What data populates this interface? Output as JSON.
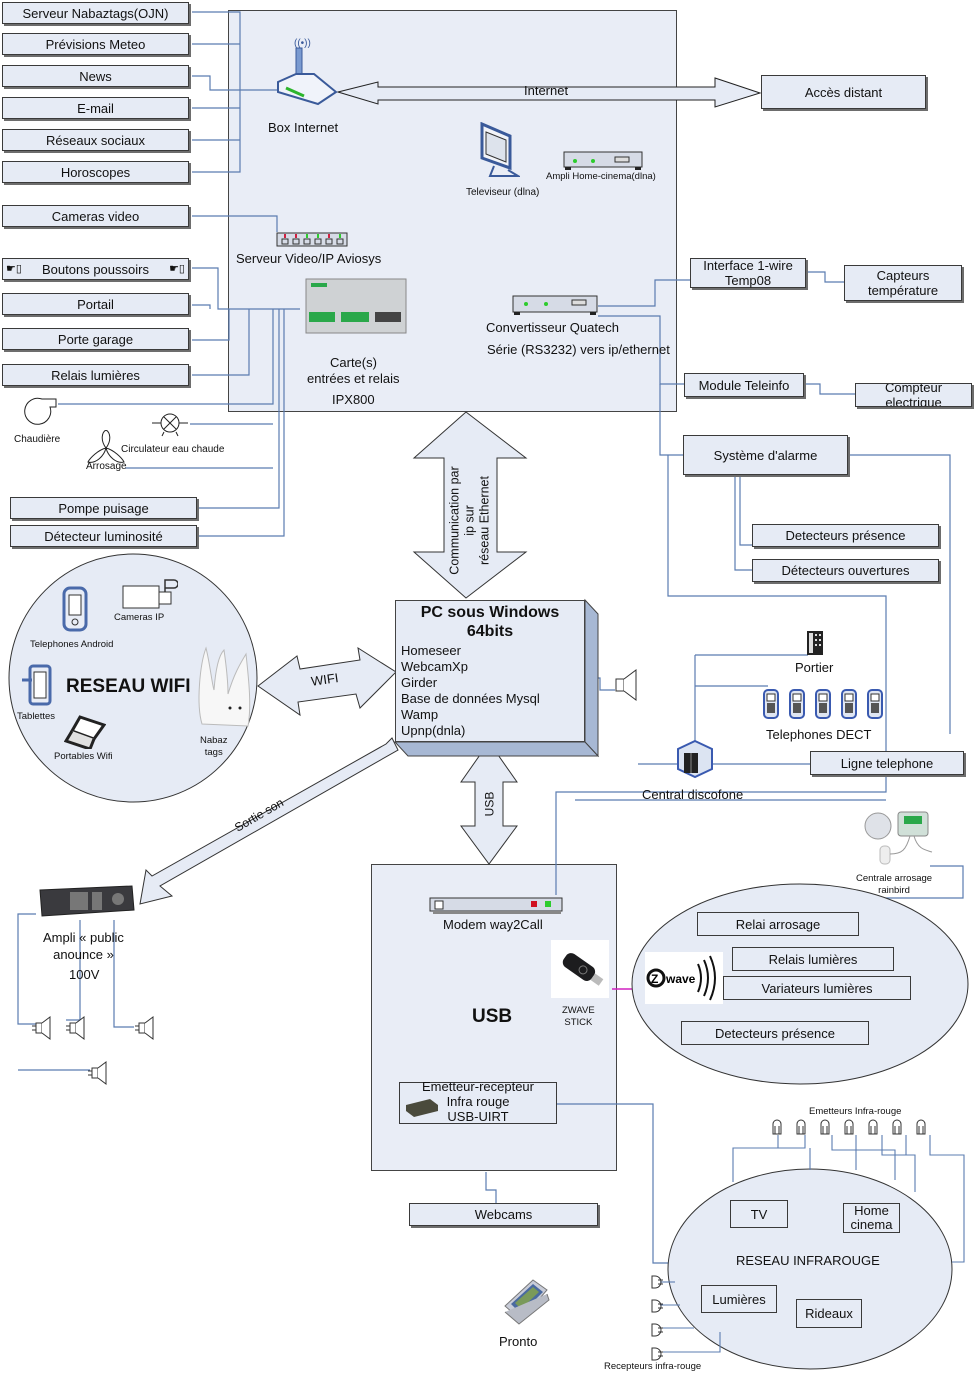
{
  "colors": {
    "box_fill": "#e6ebf5",
    "wire": "#5b7cb0",
    "zwave_link": "#d020c0",
    "panel_fill": "#e9edf6"
  },
  "internet_services": [
    "Serveur Nabaztags(OJN)",
    "Prévisions Meteo",
    "News",
    "E-mail",
    "Réseaux sociaux",
    "Horoscopes"
  ],
  "inputs": {
    "cameras_video": "Cameras video",
    "boutons": "Boutons poussoirs",
    "portail": "Portail",
    "porte_garage": "Porte garage",
    "relais_lumieres": "Relais lumières",
    "chaudiere": "Chaudière",
    "circulateur": "Circulateur eau chaude",
    "arrosage": "Arrosage",
    "pompe": "Pompe puisage",
    "detecteur_luminosite": "Détecteur luminosité"
  },
  "network_panel": {
    "box_internet": "Box Internet",
    "internet_label": "Internet",
    "acces_distant": "Accès distant",
    "televiseur": "Televiseur (dlna)",
    "ampli_hc": "Ampli Home-cinema(dlna)",
    "serveur_video": "Serveur Video/IP Aviosys",
    "carte_line1": "Carte(s)",
    "carte_line2": "entrées et relais",
    "carte_line3": "IPX800",
    "convertisseur": "Convertisseur Quatech",
    "convertisseur_sub": "Série (RS3232) vers ip/ethernet"
  },
  "right_modules": {
    "interface_1wire_l1": "Interface 1-wire",
    "interface_1wire_l2": "Temp08",
    "capteurs_l1": "Capteurs",
    "capteurs_l2": "température",
    "teleinfo": "Module Teleinfo",
    "compteur_l1": "Compteur",
    "compteur_l2": "electrique",
    "alarme": "Système d'alarme",
    "det_presence": "Detecteurs présence",
    "det_ouvertures": "Détecteurs ouvertures"
  },
  "arrows": {
    "ethernet_l1": "Communication par ip sur",
    "ethernet_l2": "réseau Ethernet",
    "wifi": "WIFI",
    "usb": "USB",
    "sortie_son": "Sortie son"
  },
  "wifi_network": {
    "title": "RESEAU WIFI",
    "telephones": "Telephones Android",
    "cameras_ip": "Cameras IP",
    "tablettes": "Tablettes",
    "portables": "Portables Wifi",
    "nabaz_l1": "Nabaz",
    "nabaz_l2": "tags"
  },
  "pc": {
    "title_l1": "PC sous Windows",
    "title_l2": "64bits",
    "software": [
      "Homeseer",
      "WebcamXp",
      "Girder",
      "Base de données Mysql",
      "Wamp",
      "Upnp(dnla)"
    ]
  },
  "telephony": {
    "portier": "Portier",
    "dect": "Telephones DECT",
    "ligne": "Ligne telephone",
    "central": "Central discofone"
  },
  "audio": {
    "ampli_l1": "Ampli « public",
    "ampli_l2": "anounce »",
    "ampli_l3": "100V"
  },
  "usb_panel": {
    "title": "USB",
    "modem": "Modem way2Call",
    "zwave_l1": "ZWAVE",
    "zwave_l2": "STICK",
    "uirt_l1": "Emetteur-recepteur",
    "uirt_l2": "Infra rouge",
    "uirt_l3": "USB-UIRT",
    "webcams": "Webcams"
  },
  "zwave_network": {
    "logo": "wave",
    "items": [
      "Relai arrosage",
      "Relais lumières",
      "Variateurs lumières",
      "Detecteurs présence"
    ],
    "rainbird_l1": "Centrale arrosage",
    "rainbird_l2": "rainbird"
  },
  "ir_network": {
    "title": "RESEAU INFRAROUGE",
    "emetteurs": "Emetteurs Infra-rouge",
    "recepteurs": "Recepteurs infra-rouge",
    "tv": "TV",
    "home_l1": "Home",
    "home_l2": "cinema",
    "lumieres": "Lumières",
    "rideaux": "Rideaux",
    "pronto": "Pronto"
  }
}
